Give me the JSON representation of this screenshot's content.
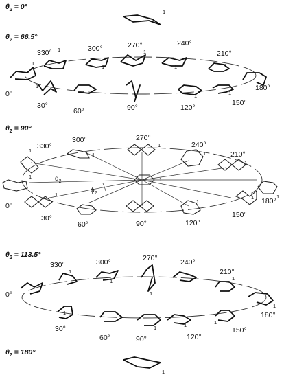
{
  "sections": [
    {
      "title_var": "θ",
      "title_sub": "2",
      "title_val": " = 0°"
    },
    {
      "title_var": "θ",
      "title_sub": "2",
      "title_val": " = 66.5°"
    },
    {
      "title_var": "θ",
      "title_sub": "2",
      "title_val": "  = 90°"
    },
    {
      "title_var": "θ",
      "title_sub": "2",
      "title_val": " = 113.5°"
    },
    {
      "title_var": "θ",
      "title_sub": "2",
      "title_val": " = 180°"
    }
  ],
  "angle_labels": [
    "0°",
    "30°",
    "60°",
    "90°",
    "120°",
    "150°",
    "180°",
    "210°",
    "240°",
    "270°",
    "300°",
    "330°"
  ],
  "atom_label": "1",
  "q2_label": {
    "var": "q",
    "sub": "2"
  },
  "phi2_label": {
    "var": "ϕ",
    "sub": "2"
  }
}
